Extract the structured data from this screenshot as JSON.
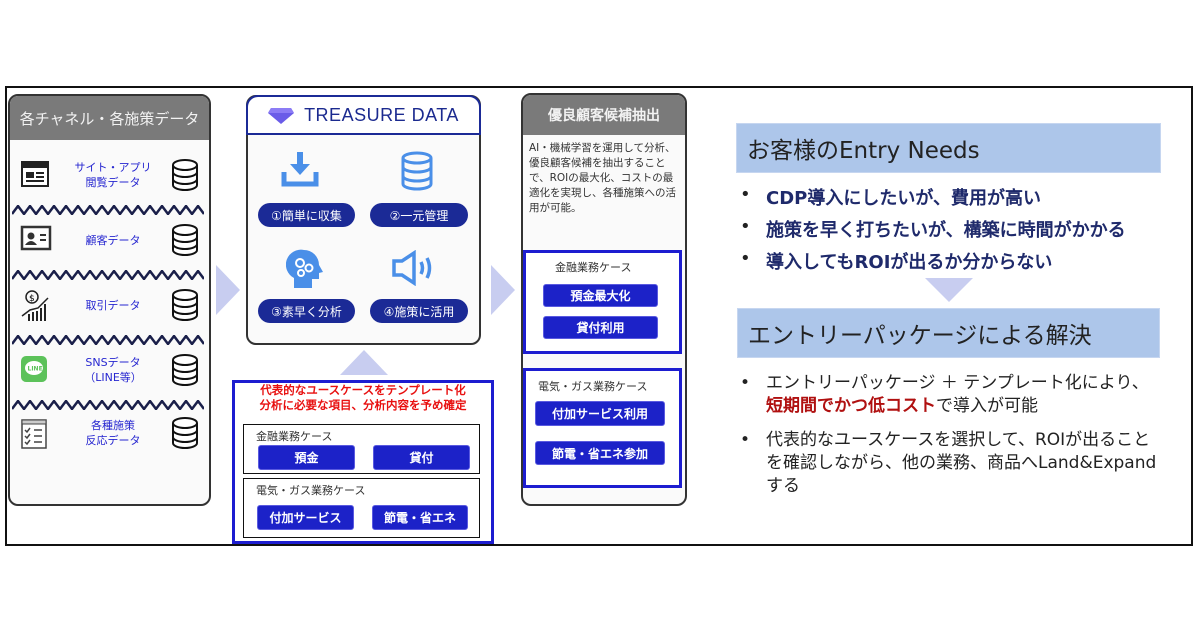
{
  "left_panel": {
    "title": "各チャネル・各施策データ",
    "items": [
      {
        "label": "サイト・アプリ\n閲覧データ",
        "icon": "browser-icon"
      },
      {
        "label": "顧客データ",
        "icon": "id-card-icon"
      },
      {
        "label": "取引データ",
        "icon": "revenue-chart-icon"
      },
      {
        "label": "SNSデータ\n（LINE等）",
        "icon": "line-app-icon"
      },
      {
        "label": "各種施策\n反応データ",
        "icon": "checklist-icon"
      }
    ],
    "line_logo": "LINE"
  },
  "treasure": {
    "title": "TREASURE DATA",
    "steps": [
      "①簡単に収集",
      "②一元管理",
      "③素早く分析",
      "④施策に活用"
    ]
  },
  "template": {
    "line1": "代表的なユースケースをテンプレート化",
    "line2": "分析に必要な項目、分析内容を予め確定",
    "cases": [
      {
        "title": "金融業務ケース",
        "buttons": [
          "預金",
          "貸付"
        ]
      },
      {
        "title": "電気・ガス業務ケース",
        "buttons": [
          "付加サービス",
          "節電・省エネ"
        ]
      }
    ]
  },
  "extract": {
    "title": "優良顧客候補抽出",
    "desc": "AI・機械学習を運用して分析、優良顧客候補を抽出することで、ROIの最大化、コストの最適化を実現し、各種施策への活用が可能。",
    "cases": [
      {
        "title": "金融業務ケース",
        "buttons": [
          "預金最大化",
          "貸付利用"
        ]
      },
      {
        "title": "電気・ガス業務ケース",
        "buttons": [
          "付加サービス利用",
          "節電・省エネ参加"
        ]
      }
    ]
  },
  "needs": {
    "title": "お客様のEntry Needs",
    "bullets": [
      "CDP導入にしたいが、費用が高い",
      "施策を早く打ちたいが、構築に時間がかかる",
      "導入してもROIが出るか分からない"
    ]
  },
  "solution": {
    "title": "エントリーパッケージによる解決",
    "b1_a": "エントリーパッケージ ＋ テンプレート化により、",
    "b1_red": "短期間でかつ低コスト",
    "b1_b": "で導入が可能",
    "b2": "代表的なユースケースを選択して、ROIが出ることを確認しながら、他の業務、商品へLand&Expandする"
  },
  "colors": {
    "navy": "#1b2a96",
    "button": "#1c22c8",
    "arrow": "#c8cdf0",
    "bar": "#adc6ea",
    "red": "#b01010"
  }
}
